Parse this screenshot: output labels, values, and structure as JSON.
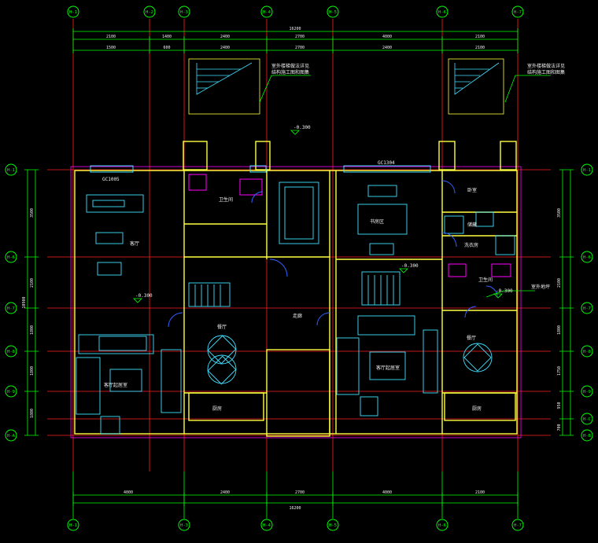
{
  "colors": {
    "background": "#000000",
    "grid_red": "#ff2020",
    "dim_green": "#00ff00",
    "wall_yellow": "#ffff40",
    "furniture_cyan": "#40e0ff",
    "fixture_magenta": "#ff00ff",
    "door_blue": "#3060ff",
    "text_white": "#f0f0f0"
  },
  "axes": {
    "vertical": [
      "H-1",
      "H-2",
      "H-3",
      "H-4",
      "H-5",
      "H-6",
      "H-7"
    ],
    "horizontal": [
      "H-1",
      "H-6",
      "H-7",
      "H-8",
      "H-9",
      "H-C",
      "H-B",
      "H-A"
    ]
  },
  "dimensions": {
    "top_total": "16200",
    "top_row1": [
      "2100",
      "1400",
      "2400",
      "2700",
      "4000",
      "2100"
    ],
    "top_row2": [
      "1500",
      "600",
      "2400",
      "2700",
      "2400",
      "2100"
    ],
    "bottom_row": [
      "4000",
      "2400",
      "2700",
      "4000",
      "2100"
    ],
    "bottom_total": "16200",
    "left_total": "10900",
    "left_parts": [
      "3500",
      "2100",
      "1800",
      "1800",
      "1800"
    ],
    "right_parts": [
      "3500",
      "2100",
      "1800",
      "1750",
      "950",
      "700"
    ]
  },
  "labels": {
    "window_left": "GC1005",
    "window_mid": "GC1304",
    "stair_note_left": [
      "室外楼梯做法详见",
      "结构施工图和图集"
    ],
    "stair_note_right": [
      "室外楼梯做法详见",
      "结构施工图和图集"
    ],
    "level_top": "-0.300",
    "level_mid": "-0.300",
    "level_left": "-0.300",
    "level_right": "-0.300",
    "room_living_left": "客厅",
    "room_dining_left": "餐厅",
    "room_kitchen_left": "厨房",
    "room_bath_left": "卫生间",
    "room_hall": "走廊",
    "room_living_right": "客厅起居室",
    "room_dining_right": "餐厅",
    "room_kitchen_right": "厨房",
    "room_study": "书房区",
    "room_living_room_left": "客厅起居室",
    "room_bed_right": "卧室",
    "room_storage": "储藏",
    "room_laundry": "洗衣房",
    "room_bath_right": "卫生间",
    "note_right": "室外地坪"
  }
}
